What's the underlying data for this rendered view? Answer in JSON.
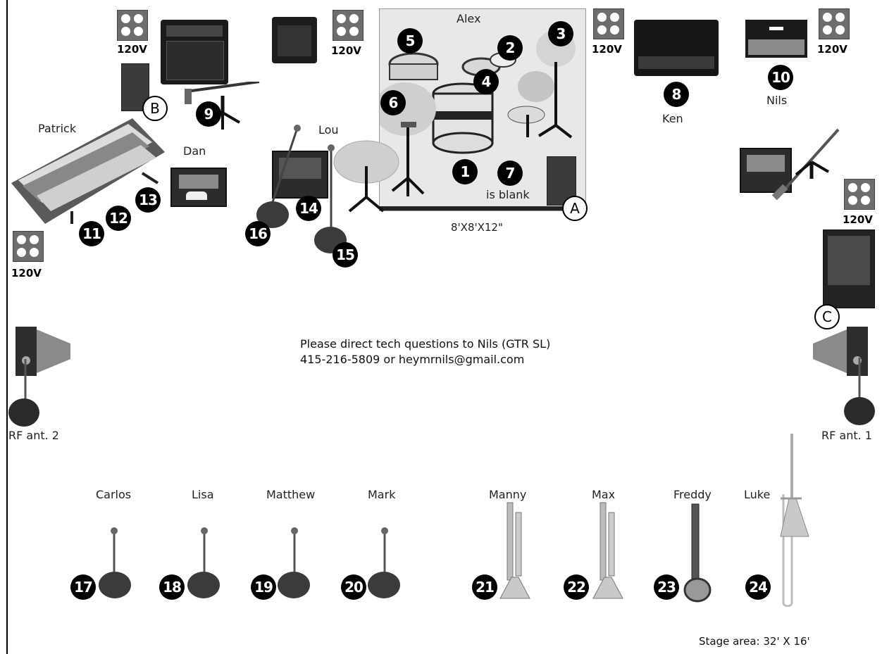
{
  "outlet_voltage": "120V",
  "riser_label": "8'X8'X12\"",
  "blank_note": "is blank",
  "names": {
    "alex": "Alex",
    "patrick": "Patrick",
    "dan": "Dan",
    "lou": "Lou",
    "ken": "Ken",
    "nils": "Nils",
    "carlos": "Carlos",
    "lisa": "Lisa",
    "matthew": "Matthew",
    "mark": "Mark",
    "manny": "Manny",
    "max": "Max",
    "freddy": "Freddy",
    "luke": "Luke"
  },
  "antennas": {
    "left": "RF ant. 2",
    "right": "RF ant. 1"
  },
  "contact": {
    "line1": "Please direct tech questions to Nils (GTR SL)",
    "line2": "415-216-5809 or heymrnils@gmail.com"
  },
  "stage_area": "Stage area: 32' X 16'",
  "inputs": [
    "1",
    "2",
    "3",
    "4",
    "5",
    "6",
    "7",
    "8",
    "9",
    "10",
    "11",
    "12",
    "13",
    "14",
    "15",
    "16",
    "17",
    "18",
    "19",
    "20",
    "21",
    "22",
    "23",
    "24"
  ],
  "boxes": [
    "A",
    "B",
    "C"
  ],
  "colors": {
    "marker_fill": "#000000",
    "outlet_gray": "#6d6d6d",
    "riser_fill": "#e6e6e6",
    "wedge_gray": "#8a8a8a"
  }
}
